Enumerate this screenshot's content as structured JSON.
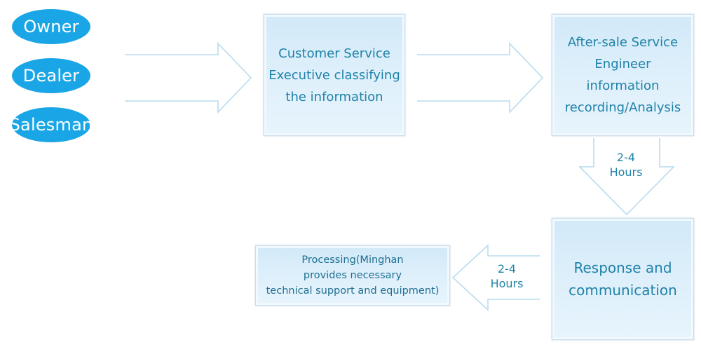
{
  "sources": [
    "Owner",
    "Dealer",
    "Salesman"
  ],
  "steps": {
    "classify": [
      "Customer Service",
      "Executive classifying",
      "the information"
    ],
    "engineer": [
      "After-sale Service",
      "Engineer",
      "information",
      "recording/Analysis"
    ],
    "response": [
      "Response and",
      "communication"
    ],
    "processing": [
      "Processing(Minghan",
      "provides necessary",
      "technical support and equipment)"
    ]
  },
  "durations": {
    "down": [
      "2-4",
      "Hours"
    ],
    "left": [
      "2-4",
      "Hours"
    ]
  },
  "colors": {
    "oval": "#1aa6e6",
    "box_text": "#1f82a8",
    "arrow": "#b9dcef"
  }
}
